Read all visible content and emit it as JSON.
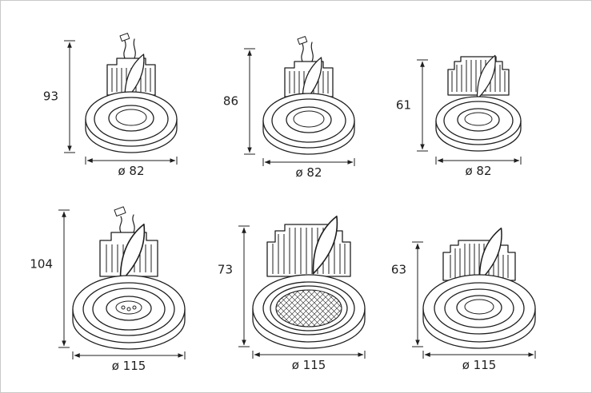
{
  "palette": {
    "line": "#1f1f1f",
    "background": "#ffffff",
    "border": "#c9c9c9"
  },
  "fixtures": [
    {
      "position": "top-left",
      "height": "93",
      "diameter": "ø 82"
    },
    {
      "position": "top-center",
      "height": "86",
      "diameter": "ø 82"
    },
    {
      "position": "top-right",
      "height": "61",
      "diameter": "ø 82"
    },
    {
      "position": "bottom-left",
      "height": "104",
      "diameter": "ø 115"
    },
    {
      "position": "bottom-center",
      "height": "73",
      "diameter": "ø 115"
    },
    {
      "position": "bottom-right",
      "height": "63",
      "diameter": "ø 115"
    }
  ]
}
